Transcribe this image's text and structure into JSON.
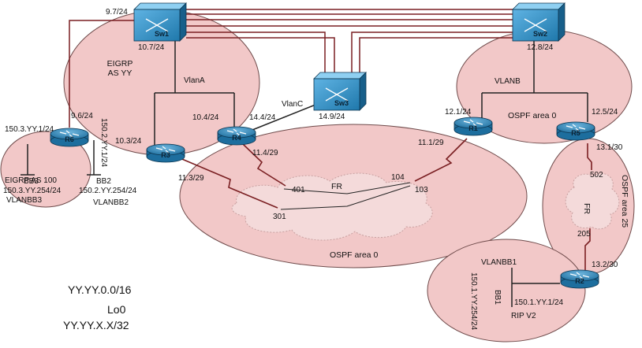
{
  "colors": {
    "zone_fill": "#f2c8c8",
    "zone_stroke": "#6f4b4b",
    "device_blue": "#2f86b7",
    "link_red": "#7a1f22",
    "link_dark": "#222222"
  },
  "devices": {
    "sw1": {
      "label": "Sw1",
      "icon": "switch-icon"
    },
    "sw2": {
      "label": "Sw2",
      "icon": "switch-icon"
    },
    "sw3": {
      "label": "Sw3",
      "icon": "switch-icon"
    },
    "r1": {
      "label": "R1",
      "icon": "router-icon"
    },
    "r2": {
      "label": "R2",
      "icon": "router-icon"
    },
    "r3": {
      "label": "R3",
      "icon": "router-icon"
    },
    "r4": {
      "label": "R4",
      "icon": "router-icon"
    },
    "r5": {
      "label": "R5",
      "icon": "router-icon"
    },
    "r6": {
      "label": "R6",
      "icon": "router-icon"
    }
  },
  "zones": {
    "eigrp_yy": [
      "EIGRP",
      "AS YY"
    ],
    "eigrp_100": "EIGRP AS 100",
    "ospf_area0_left": "OSPF area 0",
    "ospf_area0_right": "OSPF area 0",
    "ospf_area25": "OSPF area 25",
    "rip": "RIP V2"
  },
  "vlans": {
    "vlana": "VlanA",
    "vlanb": "VLANB",
    "vlanc": "VlanC",
    "vlanbb1": "VLANBB1",
    "vlanbb2": "VLANBB2",
    "vlanbb3": "VLANBB3"
  },
  "backbones": {
    "bb1": "BB1",
    "bb2": "BB2",
    "bb3": "BB3"
  },
  "addresses": {
    "sw1_top": "9.7/24",
    "sw1_bottom": "10.7/24",
    "sw2": "12.8/24",
    "sw3": "14.9/24",
    "r6_sw": "9.6/24",
    "r6_bb3": "150.3.YY.1/24",
    "r6_bb2": "150.2.YY.1/24",
    "bb3_host": "150.3.YY.254/24",
    "bb2_host": "150.2.YY.254/24",
    "r3_vlan": "10.3/24",
    "r3_fr": "11.3/29",
    "r4_vlana": "10.4/24",
    "r4_vlanc": "14.4/24",
    "r4_fr": "11.4/29",
    "r1_fr": "11.1/29",
    "r1_vlan": "12.1/24",
    "r5_vlan": "12.5/24",
    "r5_fr": "13.1/30",
    "r2_fr": "13.2/30",
    "r2_bb1": "150.1.YY.1/24",
    "bb1_host": "150.1.YY.254/24"
  },
  "frame_relay": {
    "cloud_left": "FR",
    "cloud_right": "FR",
    "dlci_401": "401",
    "dlci_301": "301",
    "dlci_104": "104",
    "dlci_103": "103",
    "dlci_502": "502",
    "dlci_205": "205"
  },
  "notes": {
    "network": "YY.YY.0.0/16",
    "loopback_name": "Lo0",
    "loopback_addr": "YY.YY.X.X/32"
  }
}
